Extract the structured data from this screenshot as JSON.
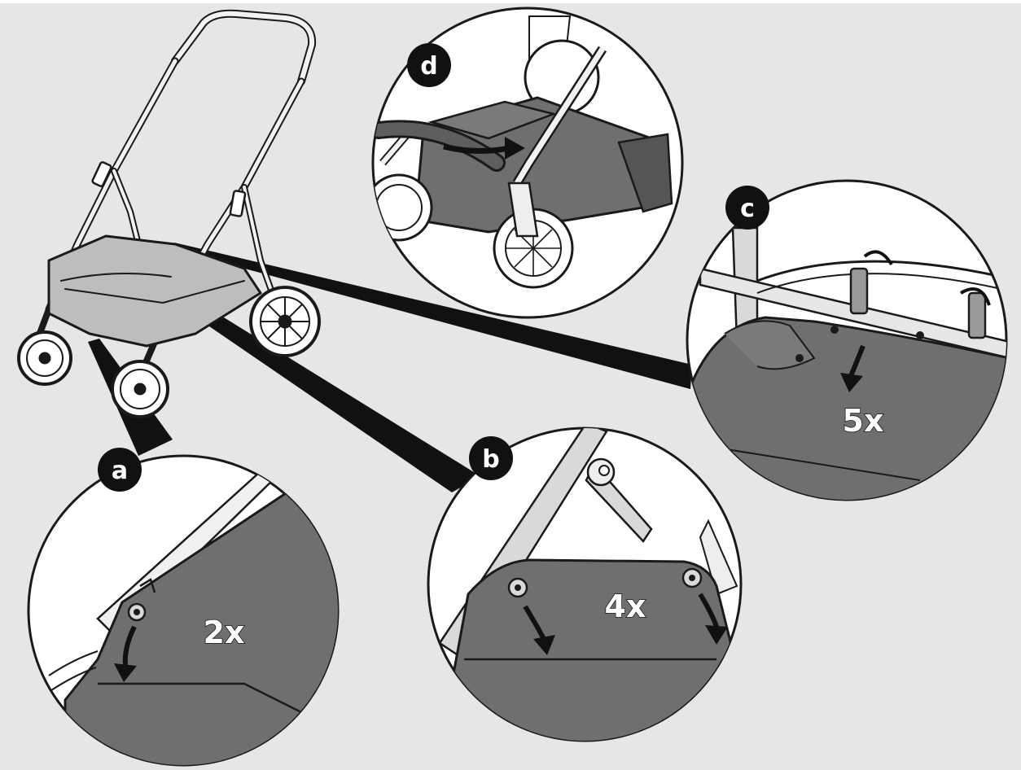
{
  "steps": {
    "a": {
      "label": "a",
      "count": "2x"
    },
    "b": {
      "label": "b",
      "count": "4x"
    },
    "c": {
      "label": "c",
      "count": "5x"
    },
    "d": {
      "label": "d"
    }
  },
  "colors": {
    "background": "#e6e6e6",
    "fabric": "#6f6f6f",
    "fabric_light": "#9a9a9a",
    "line": "#1a1a1a",
    "badge": "#111111",
    "circle_fill": "#ffffff"
  }
}
